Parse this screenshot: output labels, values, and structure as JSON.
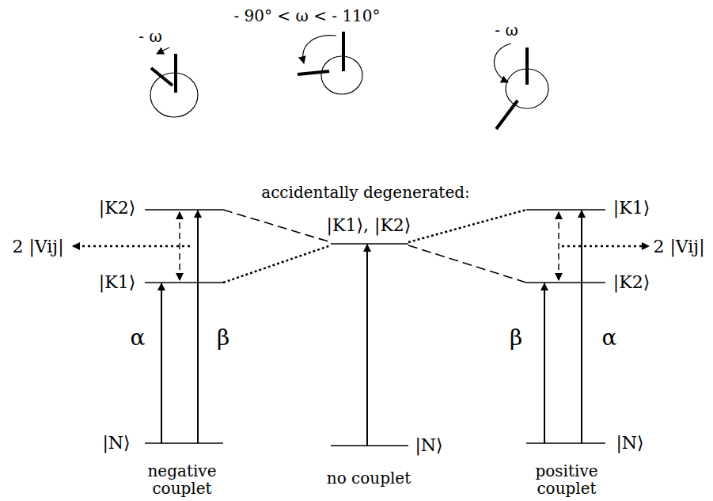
{
  "diagram": {
    "labels": [
      "- ω",
      "- 90° < ω < - 110°",
      "- ω",
      "accidentally degenerated:",
      "|K2⟩",
      "|K1⟩",
      "2 |Vij|",
      "α",
      "β",
      "|N⟩",
      "negative couplet",
      "|K1⟩, |K2⟩",
      "|N⟩",
      "no couplet",
      "|K1⟩",
      "|K2⟩",
      "2 |Vij|",
      "β",
      "α",
      "|N⟩",
      "positive couplet"
    ]
  }
}
